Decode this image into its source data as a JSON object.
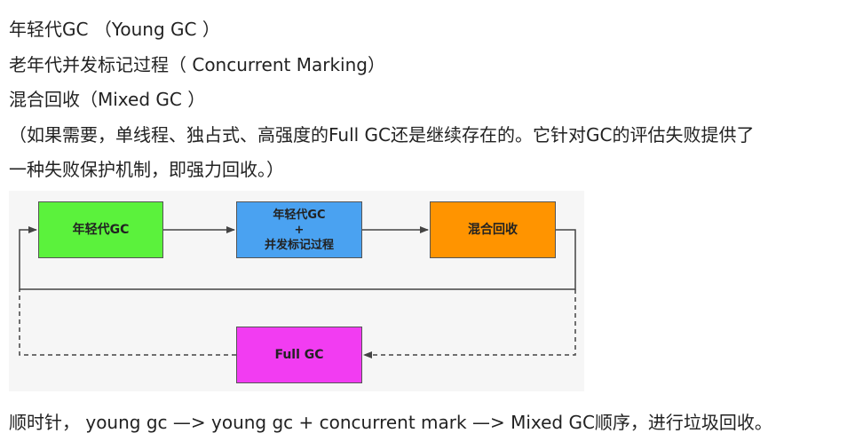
{
  "intro": {
    "line1": "年轻代GC （Young GC ）",
    "line2": "老年代并发标记过程（ Concurrent Marking）",
    "line3": "混合回收（Mixed GC ）",
    "line4": "（如果需要，单线程、独占式、高强度的Full GC还是继续存在的。它针对GC的评估失败提供了",
    "line5": "一种失败保护机制，即强力回收。）"
  },
  "diagram": {
    "nodes": {
      "young_gc": "年轻代GC",
      "concurrent_line1": "年轻代GC",
      "concurrent_plus": "+",
      "concurrent_line2": "并发标记过程",
      "mixed_gc": "混合回收",
      "full_gc": "Full GC"
    },
    "colors": {
      "young_gc": "#5bf23c",
      "concurrent": "#4aa2f1",
      "mixed_gc": "#ff9400",
      "full_gc": "#f23cf2",
      "panel_background": "#f6f6f6"
    },
    "edges": [
      {
        "from": "young_gc",
        "to": "concurrent",
        "style": "solid"
      },
      {
        "from": "concurrent",
        "to": "mixed_gc",
        "style": "solid"
      },
      {
        "from": "mixed_gc",
        "to": "young_gc",
        "style": "solid",
        "route": "loop-below"
      },
      {
        "from": "mixed_gc",
        "to": "full_gc",
        "style": "dashed"
      },
      {
        "from": "full_gc",
        "to": "young_gc",
        "style": "dashed"
      }
    ]
  },
  "footer": {
    "text": "顺时针， young gc —> young gc + concurrent mark —> Mixed GC顺序，进行垃圾回收。"
  }
}
